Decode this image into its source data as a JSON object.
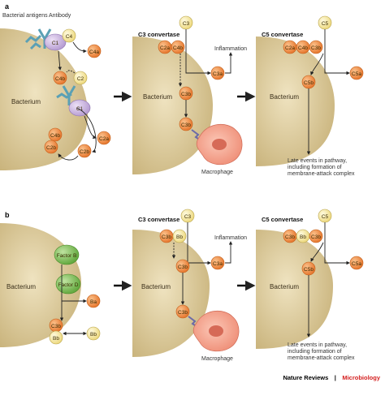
{
  "panels": {
    "a": {
      "label": "a",
      "left": {
        "bacterium": "Bacterium",
        "bacterial_antigens": "Bacterial antigens",
        "antibody": "Antibody",
        "nodes": {
          "C1_top": "C1",
          "C4": "C4",
          "C4a": "C4a",
          "C4b_mid": "C4b",
          "C2": "C2",
          "C1_mid": "C1",
          "C2a": "C2a",
          "C4b_low": "C4b",
          "C2b": "C2b",
          "C2b_low": "C2b"
        }
      },
      "middle": {
        "title": "C3 convertase",
        "bacterium": "Bacterium",
        "inflammation": "Inflammation",
        "macrophage": "Macrophage",
        "nodes": {
          "C3": "C3",
          "C2a_conv": "C2a",
          "C4b_conv": "C4b",
          "C3a": "C3a",
          "C3b_mid": "C3b",
          "C3b_low": "C3b"
        }
      },
      "right": {
        "title": "C5 convertase",
        "bacterium": "Bacterium",
        "nodes": {
          "C5": "C5",
          "C2a": "C2a",
          "C4b": "C4b",
          "C3b": "C3b",
          "C5b": "C5b",
          "C5a": "C5a"
        },
        "late_events": [
          "Late events in pathway,",
          "including formation of",
          "membrane-attack complex"
        ]
      }
    },
    "b": {
      "label": "b",
      "left": {
        "bacterium": "Bacterium",
        "nodes": {
          "factor_b": "Factor B",
          "factor_d": "Factor D",
          "Ba": "Ba",
          "C3b": "C3b",
          "Bb_attached": "Bb",
          "Bb_released": "Bb"
        }
      },
      "middle": {
        "title": "C3 convertase",
        "bacterium": "Bacterium",
        "inflammation": "Inflammation",
        "macrophage": "Macrophage",
        "nodes": {
          "C3": "C3",
          "C3b_conv": "C3b",
          "Bb_conv": "Bb",
          "C3b_mid": "C3b",
          "C3a": "C3a",
          "C3b_low": "C3b"
        }
      },
      "right": {
        "title": "C5 convertase",
        "bacterium": "Bacterium",
        "nodes": {
          "C5": "C5",
          "C3b_1": "C3b",
          "Bb": "Bb",
          "C3b_2": "C3b",
          "C5b": "C5b",
          "C5a": "C5a"
        },
        "late_events": [
          "Late events in pathway,",
          "including formation of",
          "membrane-attack complex"
        ]
      }
    }
  },
  "credit": {
    "journal": "Nature Reviews",
    "separator": "|",
    "subject": "Microbiology"
  },
  "colors": {
    "bacterium": "#d8c89a",
    "orange_node": "#ee8a3a",
    "yellow_node": "#f6e9a0",
    "purple_protein": "#c9b3dd",
    "green_factor": "#7fbf55",
    "macrophage": "#f3a08c",
    "antigen": "#5aa0b5"
  }
}
